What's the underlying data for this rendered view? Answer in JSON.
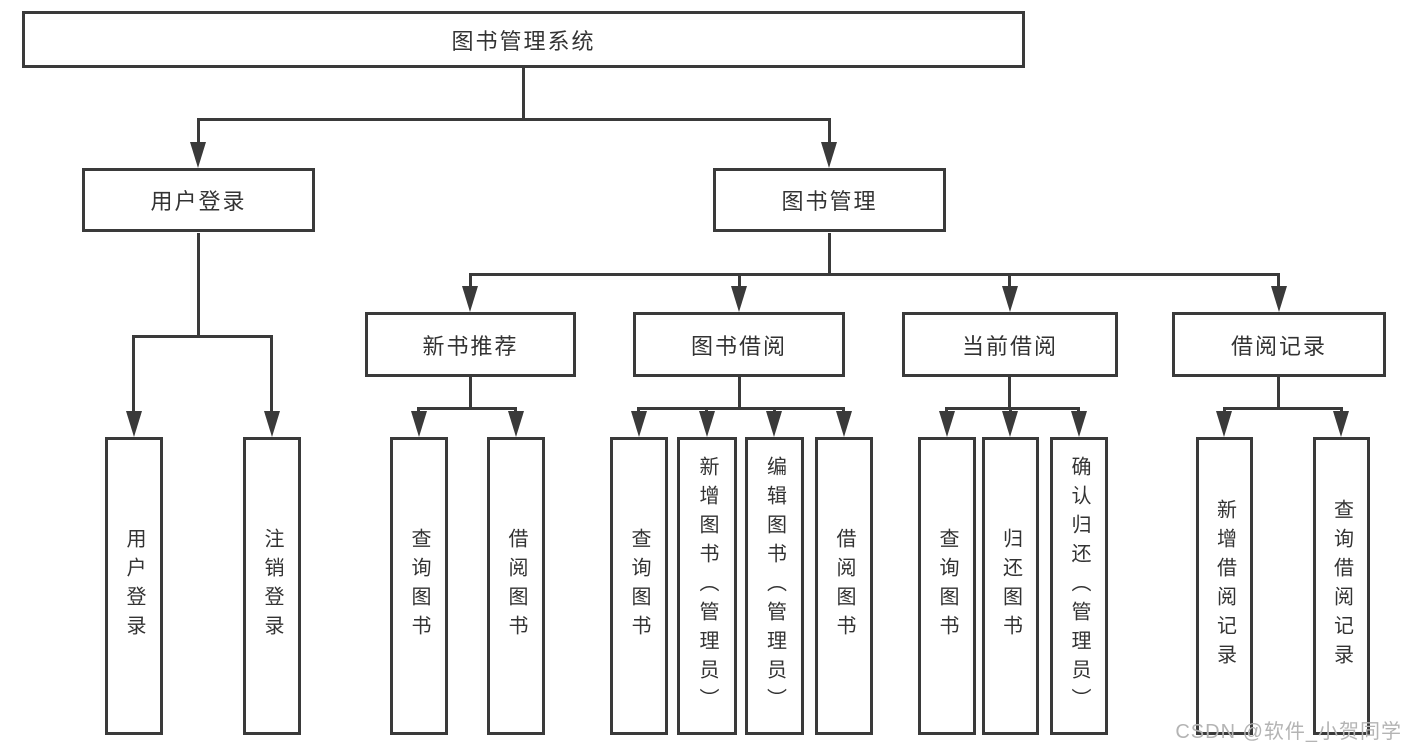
{
  "diagram_title": "图书管理系统",
  "nodes": {
    "root": "图书管理系统",
    "user_login": "用户登录",
    "book_mgmt": "图书管理",
    "new_book": "新书推荐",
    "borrow": "图书借阅",
    "current": "当前借阅",
    "record": "借阅记录",
    "l1a": "用户登录",
    "l1b": "注销登录",
    "l2a": "查询图书",
    "l2b": "借阅图书",
    "l3a": "查询图书",
    "l3b": "新增图书（管理员）",
    "l3c": "编辑图书（管理员）",
    "l3d": "借阅图书",
    "l4a": "查询图书",
    "l4b": "归还图书",
    "l4c": "确认归还（管理员）",
    "l5a": "新增借阅记录",
    "l5b": "查询借阅记录"
  },
  "watermark": "CSDN @软件_小贺同学",
  "colors": {
    "line": "#3a3a3a",
    "text": "#333333",
    "watermark": "#b4b4b4",
    "background": "#ffffff"
  }
}
